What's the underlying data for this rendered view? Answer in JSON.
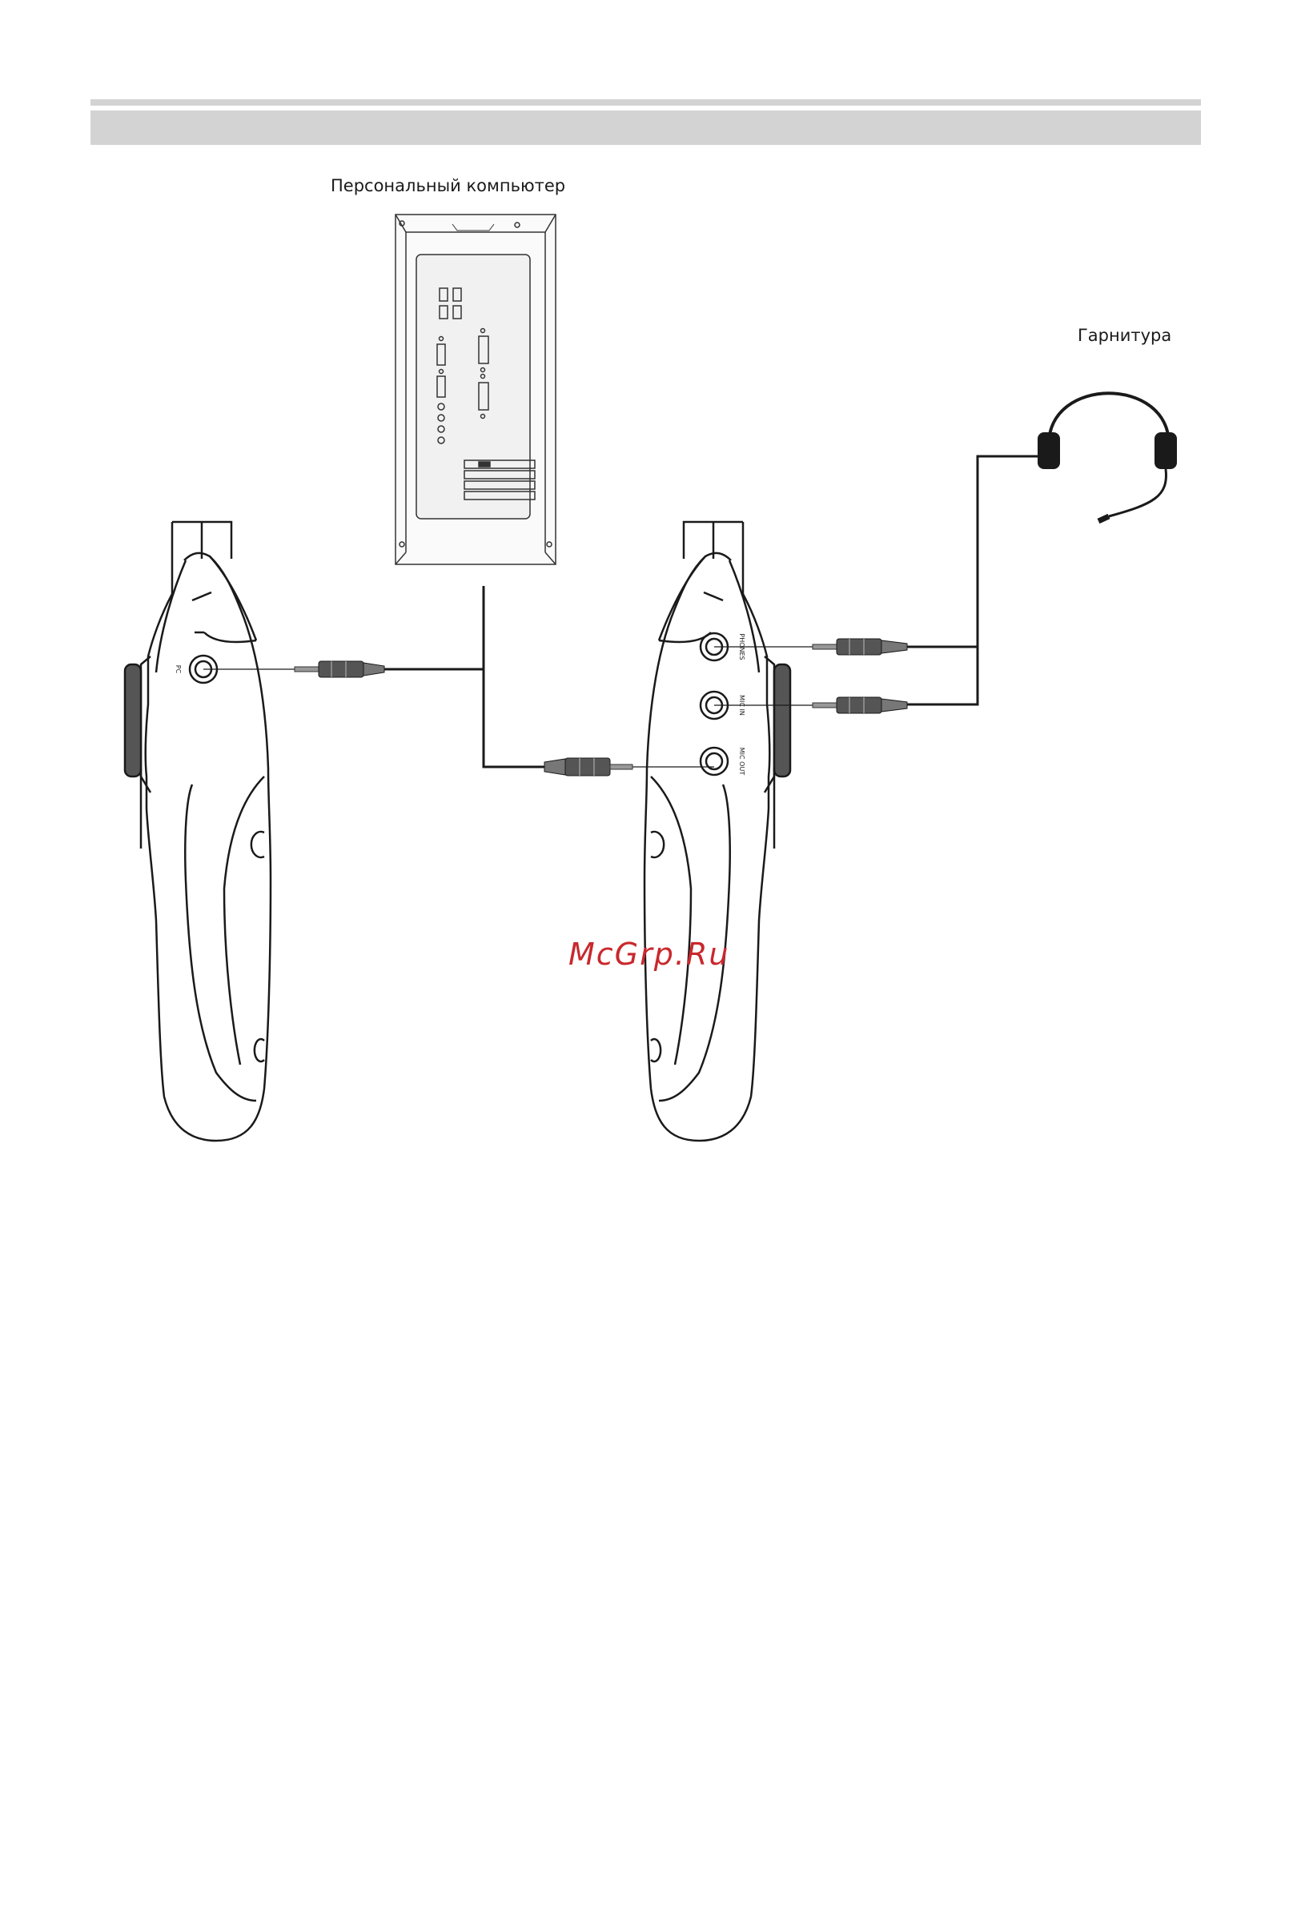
{
  "labels": {
    "pc": "Персональный компьютер",
    "headset": "Гарнитура"
  },
  "ports": {
    "left_unit_pc": "PC",
    "right_unit_phones": "PHONES",
    "right_unit_mic_in": "MIC IN",
    "right_unit_mic_out": "MIC OUT"
  },
  "watermark": "McGrp.Ru",
  "colors": {
    "header_bar": "#d3d3d3",
    "line": "#1a1a1a",
    "watermark": "#c9282d"
  }
}
